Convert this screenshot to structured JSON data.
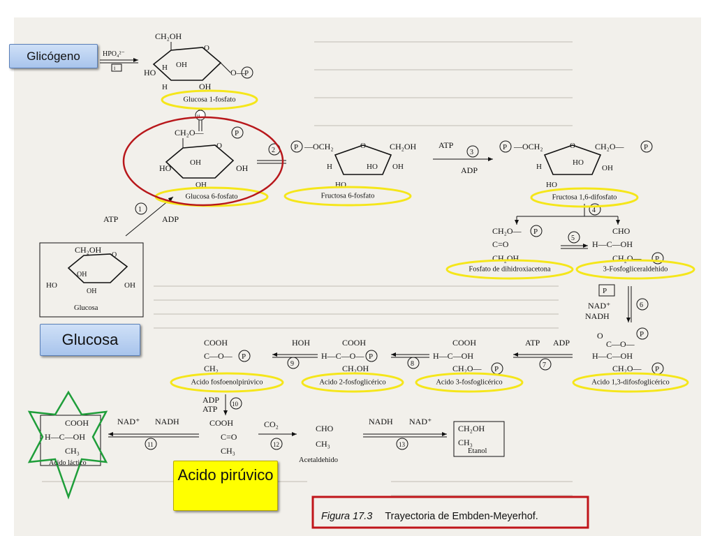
{
  "callouts": {
    "glicogeno": "Glicógeno",
    "glucosa": "Glucosa",
    "piruvico": "Acido pirúvico"
  },
  "compounds": {
    "glucosa_1_fosfato": "Glucosa 1-fosfato",
    "glucosa_6_fosfato": "Glucosa 6-fosfato",
    "fructosa_6_fosfato": "Fructosa 6-fosfato",
    "fructosa_1_6_difosfato": "Fructosa 1,6-difosfato",
    "fosfato_dihidroxiacetona": "Fosfato de dihidroxiacetona",
    "fosfogliceraldehido": "3-Fosfogliceraldehido",
    "acido_1_3_difosfoglicerico": "Acido 1,3-difosfoglicérico",
    "acido_3_fosfoglicerico": "Acido 3-fosfoglicérico",
    "acido_2_fosfoglicerico": "Acido 2-fosfoglicérico",
    "acido_fosfoenolpiruvico": "Acido fosfoenolpirúvico",
    "acido_lactico": "Acido láctico",
    "acetaldehido": "Acetaldehido",
    "etanol": "Etanol",
    "glucosa_box": "Glucosa"
  },
  "cofactors": {
    "hpo4": "HPO₄²⁻",
    "atp": "ATP",
    "adp": "ADP",
    "nad": "NAD⁺",
    "nadh": "NADH",
    "pi": "P",
    "hoh": "HOH",
    "co2": "CO₂"
  },
  "steps": [
    "i",
    "ii",
    "1",
    "2",
    "3",
    "4",
    "5",
    "6",
    "7",
    "8",
    "9",
    "10",
    "11",
    "12",
    "13"
  ],
  "figure": {
    "number": "Figura 17.3",
    "title": "Trayectoria de Embden-Meyerhof."
  },
  "colors": {
    "highlight_oval": "#f5e61a",
    "circle": "#b8171b",
    "star": "#1f9e3a",
    "frame": "#c0151a",
    "callout_blue": "#b9d0f1",
    "callout_yellow": "#ffff00"
  }
}
